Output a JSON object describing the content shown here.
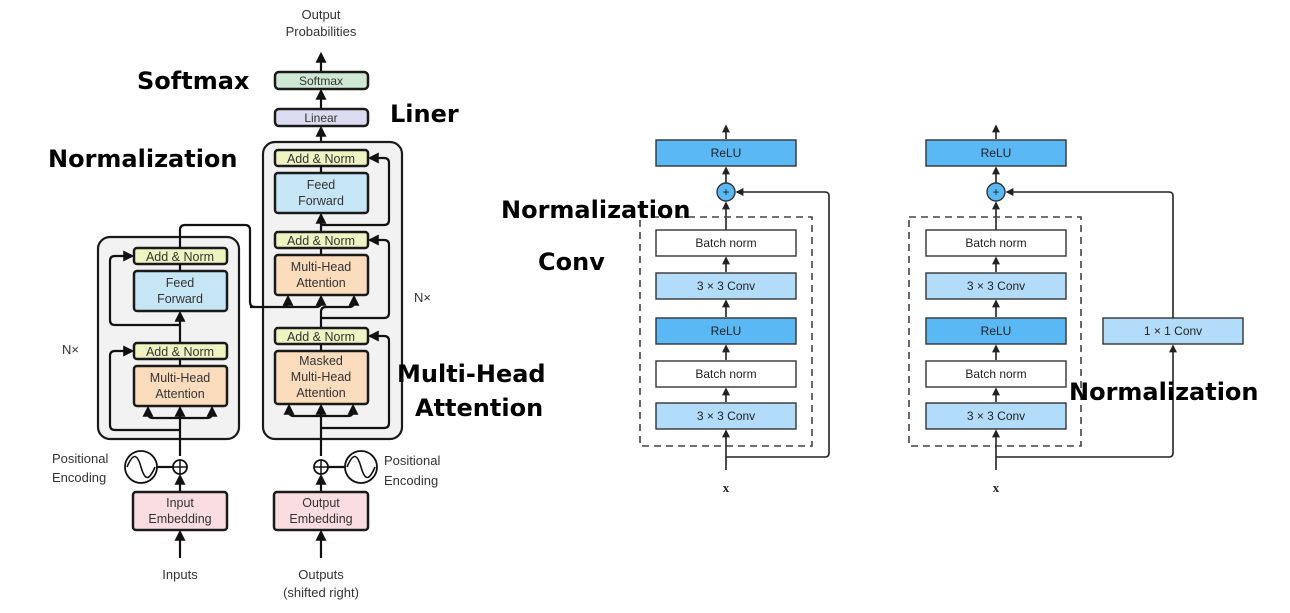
{
  "transformer": {
    "output_label_line1": "Output",
    "output_label_line2": "Probabilities",
    "softmax": "Softmax",
    "linear": "Linear",
    "decoder": {
      "add_norm_top": "Add & Norm",
      "feed_forward_line1": "Feed",
      "feed_forward_line2": "Forward",
      "add_norm_mid": "Add & Norm",
      "mha_line1": "Multi-Head",
      "mha_line2": "Attention",
      "add_norm_bottom": "Add & Norm",
      "masked_line1": "Masked",
      "masked_line2": "Multi-Head",
      "masked_line3": "Attention",
      "repeat": "N×"
    },
    "encoder": {
      "add_norm_top": "Add & Norm",
      "feed_forward_line1": "Feed",
      "feed_forward_line2": "Forward",
      "add_norm_bottom": "Add & Norm",
      "mha_line1": "Multi-Head",
      "mha_line2": "Attention",
      "repeat": "N×"
    },
    "pos_enc_left_line1": "Positional",
    "pos_enc_left_line2": "Encoding",
    "pos_enc_right_line1": "Positional",
    "pos_enc_right_line2": "Encoding",
    "input_embedding_line1": "Input",
    "input_embedding_line2": "Embedding",
    "output_embedding_line1": "Output",
    "output_embedding_line2": "Embedding",
    "inputs": "Inputs",
    "outputs_line1": "Outputs",
    "outputs_line2": "(shifted right)",
    "colors": {
      "softmax": "#cfe8d5",
      "linear": "#dcdcf0",
      "add_norm": "#f0f4c2",
      "feed_forward": "#c6e6f5",
      "attention": "#fbdcbc",
      "embedding": "#f9dde1",
      "block_bg": "#f2f2f2"
    }
  },
  "annotations": {
    "softmax": "Softmax",
    "liner": "Liner",
    "normalization_left": "Normalization",
    "multihead_line1": "Multi-Head",
    "multihead_line2": "Attention",
    "normalization_mid": "Normalization",
    "conv": "Conv",
    "normalization_right": "Normalization"
  },
  "resnet_blocks": [
    {
      "layers": [
        "ReLU",
        "Batch norm",
        "3 × 3 Conv",
        "ReLU",
        "Batch norm",
        "3 × 3 Conv"
      ],
      "plus": "+",
      "input": "x",
      "shortcut": null
    },
    {
      "layers": [
        "ReLU",
        "Batch norm",
        "3 × 3 Conv",
        "ReLU",
        "Batch norm",
        "3 × 3 Conv"
      ],
      "plus": "+",
      "input": "x",
      "shortcut": "1 × 1 Conv"
    }
  ],
  "resnet_colors": {
    "relu": "#5ab8f5",
    "conv": "#b3dcfa",
    "batch_norm": "#ffffff",
    "plus": "#5ab8f5"
  }
}
